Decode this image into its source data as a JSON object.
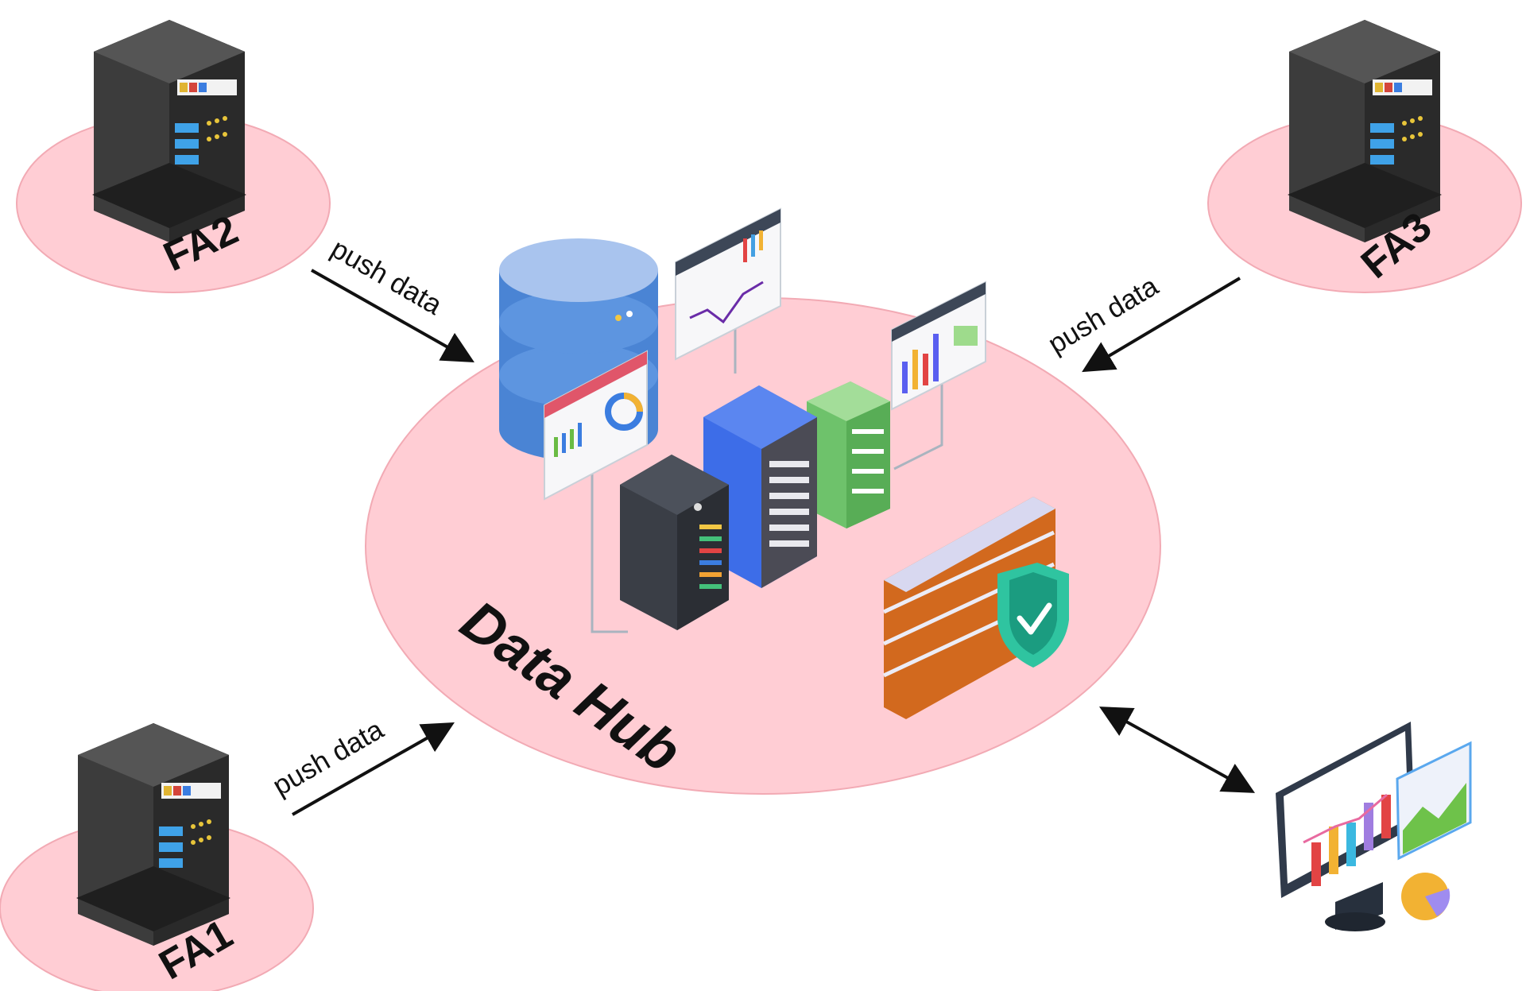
{
  "hub": {
    "label": "Data Hub"
  },
  "sources": [
    {
      "id": "fa1",
      "label": "FA1",
      "edge_label": "push data"
    },
    {
      "id": "fa2",
      "label": "FA2",
      "edge_label": "push data"
    },
    {
      "id": "fa3",
      "label": "FA3",
      "edge_label": "push data"
    }
  ],
  "consumer": {
    "icon": "analytics-dashboard-icon",
    "link": "bidirectional"
  },
  "hub_icons": [
    "database-icon",
    "line-chart-window-icon",
    "bar-chart-window-icon",
    "donut-chart-window-icon",
    "dark-server-rack-icon",
    "blue-server-rack-icon",
    "green-server-rack-icon",
    "firewall-shield-icon"
  ],
  "colors": {
    "zone": "#ffcdd4",
    "zone_stroke": "#f2aab4",
    "arrow": "#111111"
  }
}
